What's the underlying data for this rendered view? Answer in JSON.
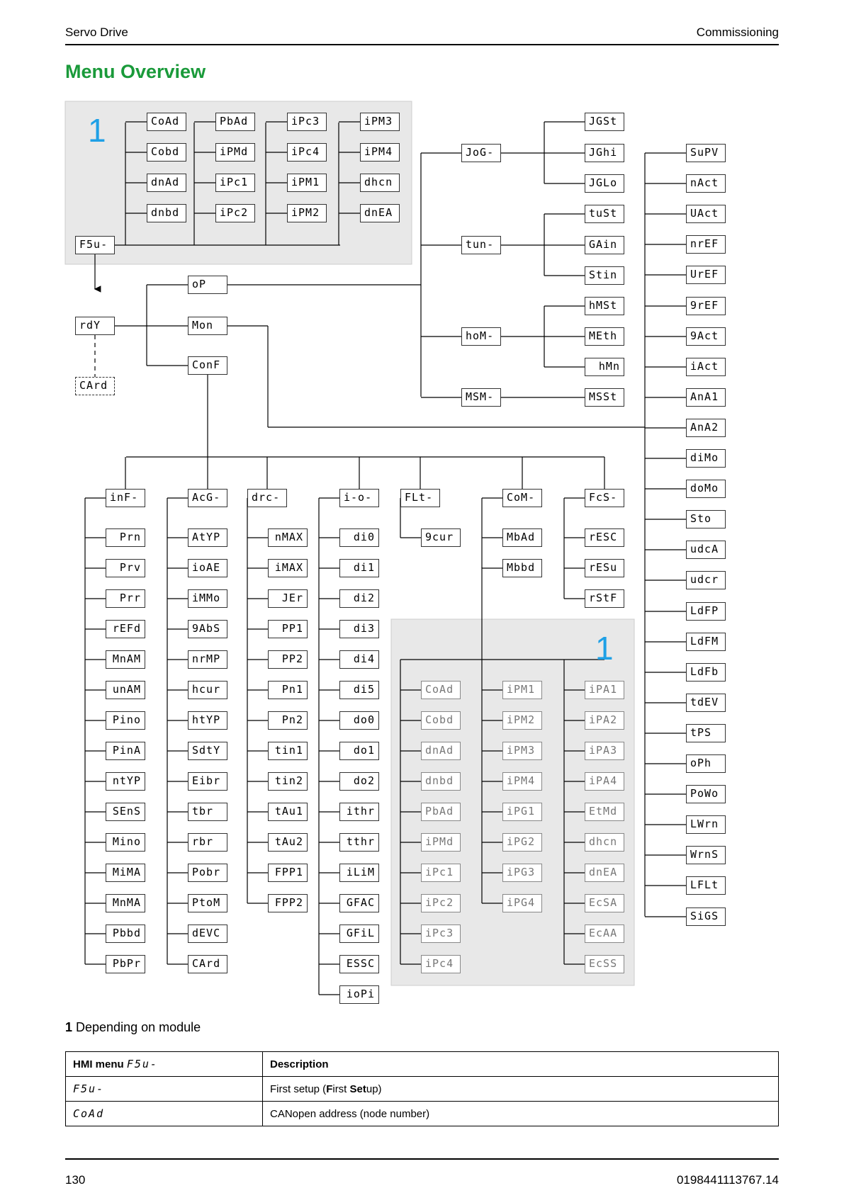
{
  "header": {
    "left": "Servo Drive",
    "right": "Commissioning"
  },
  "title": "Menu Overview",
  "module_marker": "1",
  "boxes": {
    "fsu": "F5u-",
    "rdy": "rdY",
    "card_top": "CArd",
    "op": "oP",
    "mon": "Mon",
    "conf": "ConF",
    "fs1": [
      "CoAd",
      "Cobd",
      "dnAd",
      "dnbd"
    ],
    "fs2": [
      "PbAd",
      "iPMd",
      "iPc1",
      "iPc2"
    ],
    "fs3": [
      "iPc3",
      "iPc4",
      "iPM1",
      "iPM2"
    ],
    "fs4": [
      "iPM3",
      "iPM4",
      "dhcn",
      "dnEA"
    ],
    "op_menus": [
      "JoG-",
      "tun-",
      "hoM-",
      "MSM-"
    ],
    "op_sub": [
      "JGSt",
      "JGhi",
      "JGLo",
      "tuSt",
      "GAin",
      "Stin",
      "hMSt",
      "MEth",
      "hMn",
      "MSSt"
    ],
    "mon_list": [
      "SuPV",
      "nAct",
      "UAct",
      "nrEF",
      "UrEF",
      "9rEF",
      "9Act",
      "iAct",
      "AnA1",
      "AnA2",
      "diMo",
      "doMo",
      "Sto",
      "udcA",
      "udcr",
      "LdFP",
      "LdFM",
      "LdFb",
      "tdEV",
      "tPS",
      "oPh",
      "PoWo",
      "LWrn",
      "WrnS",
      "LFLt",
      "SiGS"
    ],
    "conf_heads": [
      "inF-",
      "AcG-",
      "drc-",
      "i-o-",
      "FLt-",
      "CoM-",
      "FcS-"
    ],
    "inf": [
      "Prn",
      "Prv",
      "Prr",
      "rEFd",
      "MnAM",
      "unAM",
      "Pino",
      "PinA",
      "ntYP",
      "SEnS",
      "Mino",
      "MiMA",
      "MnMA",
      "Pbbd",
      "PbPr"
    ],
    "acg": [
      "AtYP",
      "ioAE",
      "iMMo",
      "9AbS",
      "nrMP",
      "hcur",
      "htYP",
      "SdtY",
      "Eibr",
      "tbr",
      "rbr",
      "Pobr",
      "PtoM",
      "dEVC",
      "CArd"
    ],
    "drc": [
      "nMAX",
      "iMAX",
      "JEr",
      "PP1",
      "PP2",
      "Pn1",
      "Pn2",
      "tin1",
      "tin2",
      "tAu1",
      "tAu2",
      "FPP1",
      "FPP2"
    ],
    "io": [
      "di0",
      "di1",
      "di2",
      "di3",
      "di4",
      "di5",
      "do0",
      "do1",
      "do2",
      "ithr",
      "tthr",
      "iLiM",
      "GFAC",
      "GFiL",
      "ESSC",
      "ioPi"
    ],
    "flt": [
      "9cur"
    ],
    "com": [
      "MbAd",
      "Mbbd"
    ],
    "fcs": [
      "rESC",
      "rESu",
      "rStF"
    ],
    "mod_col1": [
      "CoAd",
      "Cobd",
      "dnAd",
      "dnbd",
      "PbAd",
      "iPMd",
      "iPc1",
      "iPc2",
      "iPc3",
      "iPc4"
    ],
    "mod_col2": [
      "iPM1",
      "iPM2",
      "iPM3",
      "iPM4",
      "iPG1",
      "iPG2",
      "iPG3",
      "iPG4"
    ],
    "mod_col3": [
      "iPA1",
      "iPA2",
      "iPA3",
      "iPA4",
      "EtMd",
      "dhcn",
      "dnEA",
      "EcSA",
      "EcAA",
      "EcSS"
    ]
  },
  "footnote": {
    "number": "1",
    "text": " Depending on module"
  },
  "table": {
    "header": {
      "col1_label": "HMI menu ",
      "col1_code": "F5u-",
      "col2": "Description"
    },
    "rows": [
      {
        "code": "F5u-",
        "desc_pre": "First setup (",
        "desc_b1": "F",
        "desc_mid": "irst ",
        "desc_b2": "Set",
        "desc_post": "up)"
      },
      {
        "code": "CoAd",
        "desc": "CANopen address (node number)"
      }
    ]
  },
  "page_footer": {
    "page": "130",
    "doc": "0198441113767.14"
  }
}
